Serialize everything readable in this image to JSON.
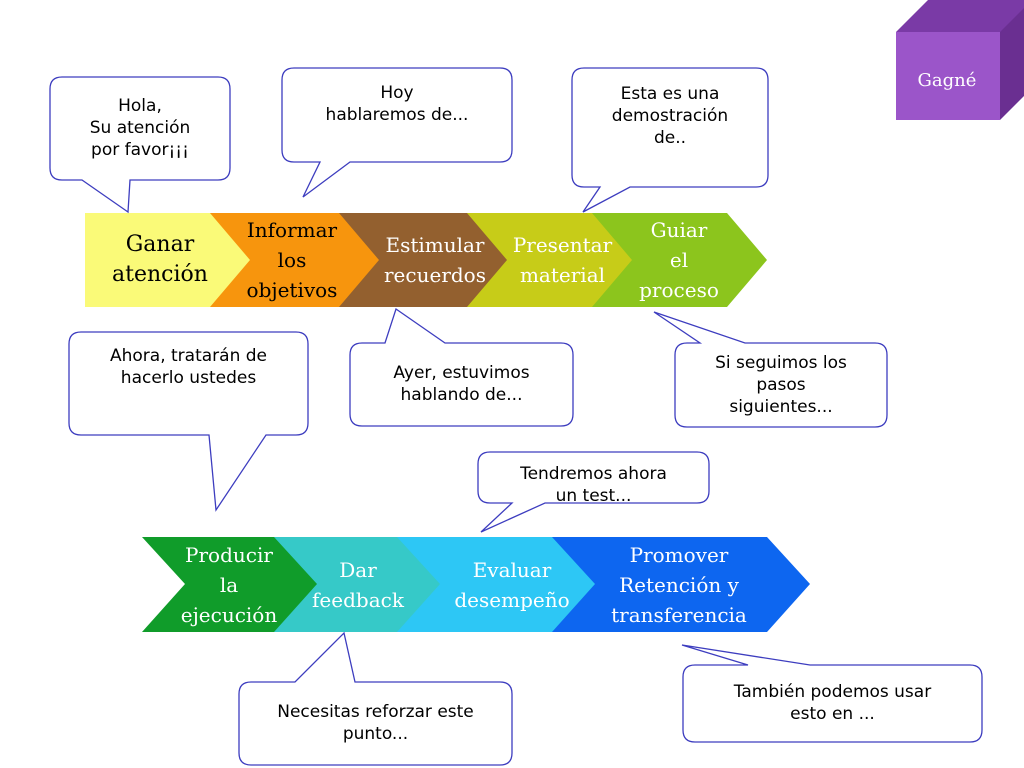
{
  "badge": {
    "label": "Gagné"
  },
  "steps": [
    {
      "label": "Ganar\natención",
      "color": "#fafa78",
      "text_color": "#000000"
    },
    {
      "label": "Informar\nlos\nobjetivos",
      "color": "#f7950d",
      "text_color": "#000000"
    },
    {
      "label": "Estimular\nrecuerdos",
      "color": "#93602f",
      "text_color": "#ffffff"
    },
    {
      "label": "Presentar\nmaterial",
      "color": "#c7cc18",
      "text_color": "#ffffff"
    },
    {
      "label": "Guiar\nel\nproceso",
      "color": "#8cc51d",
      "text_color": "#ffffff"
    },
    {
      "label": "Producir\nla\nejecución",
      "color": "#109c2a",
      "text_color": "#ffffff"
    },
    {
      "label": "Dar\nfeedback",
      "color": "#36c9c8",
      "text_color": "#ffffff"
    },
    {
      "label": "Evaluar\ndesempeño",
      "color": "#2dc7f5",
      "text_color": "#ffffff"
    },
    {
      "label": "Promover\nRetención y\ntransferencia",
      "color": "#0d66f0",
      "text_color": "#ffffff"
    }
  ],
  "callouts": [
    {
      "text": "Hola,\nSu atención\npor favor¡¡¡"
    },
    {
      "text": "Hoy\nhablaremos de..."
    },
    {
      "text": "Esta es una\ndemostración\nde.."
    },
    {
      "text": "Ahora, tratarán de\nhacerlo ustedes"
    },
    {
      "text": "Ayer, estuvimos\nhablando de..."
    },
    {
      "text": "Si seguimos los\npasos\nsiguientes..."
    },
    {
      "text": "Tendremos ahora\nun test..."
    },
    {
      "text": "Necesitas reforzar este\npunto..."
    },
    {
      "text": "También podemos usar\nesto en ..."
    }
  ],
  "colors": {
    "callout_border": "#3d3dbf",
    "cube_front": "#9b55c9",
    "cube_top": "#7a3aa6",
    "cube_side": "#6a2f91"
  }
}
